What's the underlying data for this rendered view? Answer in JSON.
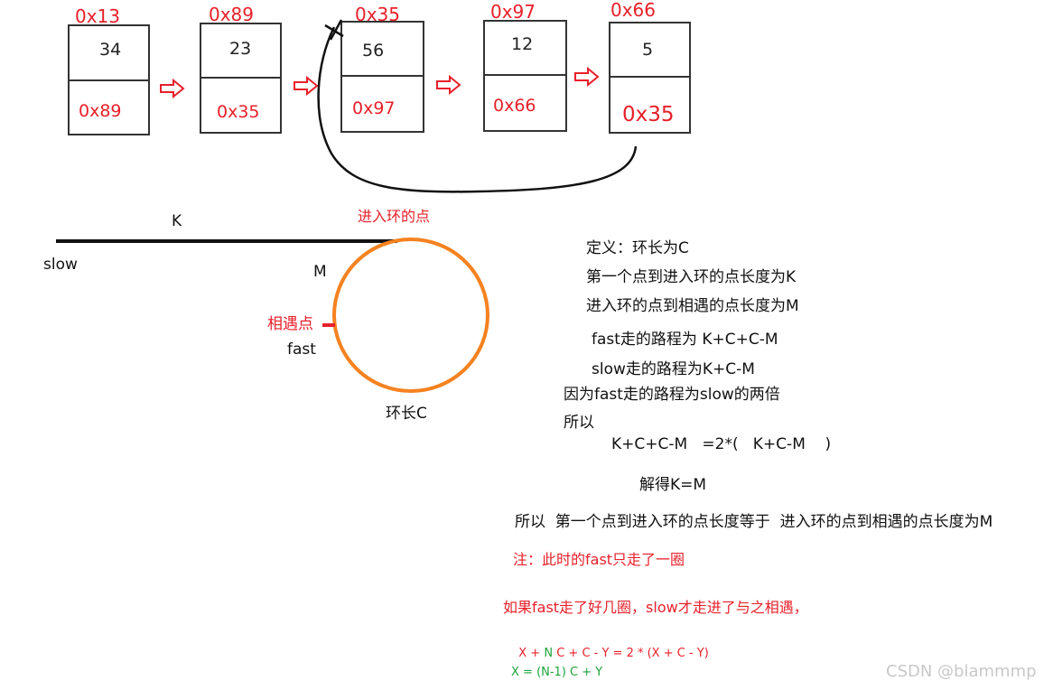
{
  "nodes": [
    {
      "addr": "0x13",
      "value": "34",
      "next": "0x89"
    },
    {
      "addr": "0x89",
      "value": "23",
      "next": "0x35"
    },
    {
      "addr": "0x35",
      "value": "56",
      "next": "0x97"
    },
    {
      "addr": "0x97",
      "value": "12",
      "next": "0x66"
    },
    {
      "addr": "0x66",
      "value": "5",
      "next": "0x35"
    }
  ],
  "labels": {
    "k": "K",
    "slow": "slow",
    "entry_point": "进入环的点",
    "m": "M",
    "meet_point": "相遇点",
    "fast": "fast",
    "loop_length": "环长C"
  },
  "explanation": [
    "定义：环长为C",
    "第一个点到进入环的点长度为K",
    "进入环的点到相遇的点长度为M",
    "fast走的路程为 K+C+C-M",
    "slow走的路程为K+C-M",
    "因为fast走的路程为slow的两倍",
    "所以",
    "K+C+C-M   =2*(   K+C-M    )",
    "解得K=M",
    "所以  第一个点到进入环的点长度等于  进入环的点到相遇的点长度为M"
  ],
  "note": "注：此时的fast只走了一圈",
  "extension": {
    "text": "如果fast走了好几圈，slow才走进了与之相遇，",
    "formula1_a": "X + ",
    "formula1_n": "N",
    "formula1_b": " C + C - Y = 2 * (X + C - Y)",
    "formula2": "X = (N-1) C + Y"
  },
  "watermark": "CSDN @blammmp",
  "colors": {
    "node_border": "#333333",
    "address_red": "#e8202a",
    "arrow_outline": "#e8202a",
    "circle": "#f58220",
    "line": "#111111",
    "formula_red": "#e8202a",
    "formula_green": "#1fa23a"
  }
}
